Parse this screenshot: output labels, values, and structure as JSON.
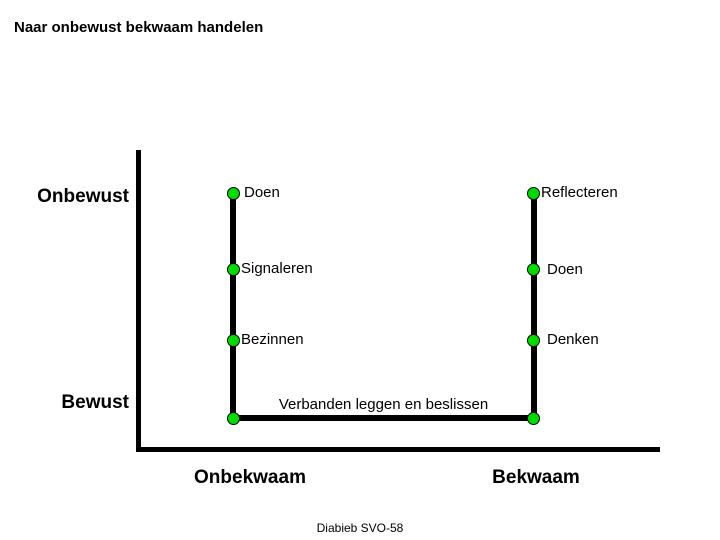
{
  "slide": {
    "title": "Naar onbewust bekwaam handelen",
    "footer": "Diabieb SVO-58"
  },
  "axes": {
    "y_top_label": "Onbewust",
    "y_bottom_label": "Bewust",
    "x_left_label": "Onbekwaam",
    "x_right_label": "Bekwaam"
  },
  "diagram": {
    "left_track": {
      "items": [
        "Doen",
        "Signaleren",
        "Bezinnen"
      ]
    },
    "right_track": {
      "items": [
        "Reflecteren",
        "Doen",
        "Denken"
      ]
    },
    "bottom_label": "Verbanden leggen en beslissen",
    "colors": {
      "dot_fill": "#00DC00",
      "dot_border": "#000000",
      "line": "#000000",
      "background": "#FFFFFF",
      "text": "#000000"
    }
  }
}
